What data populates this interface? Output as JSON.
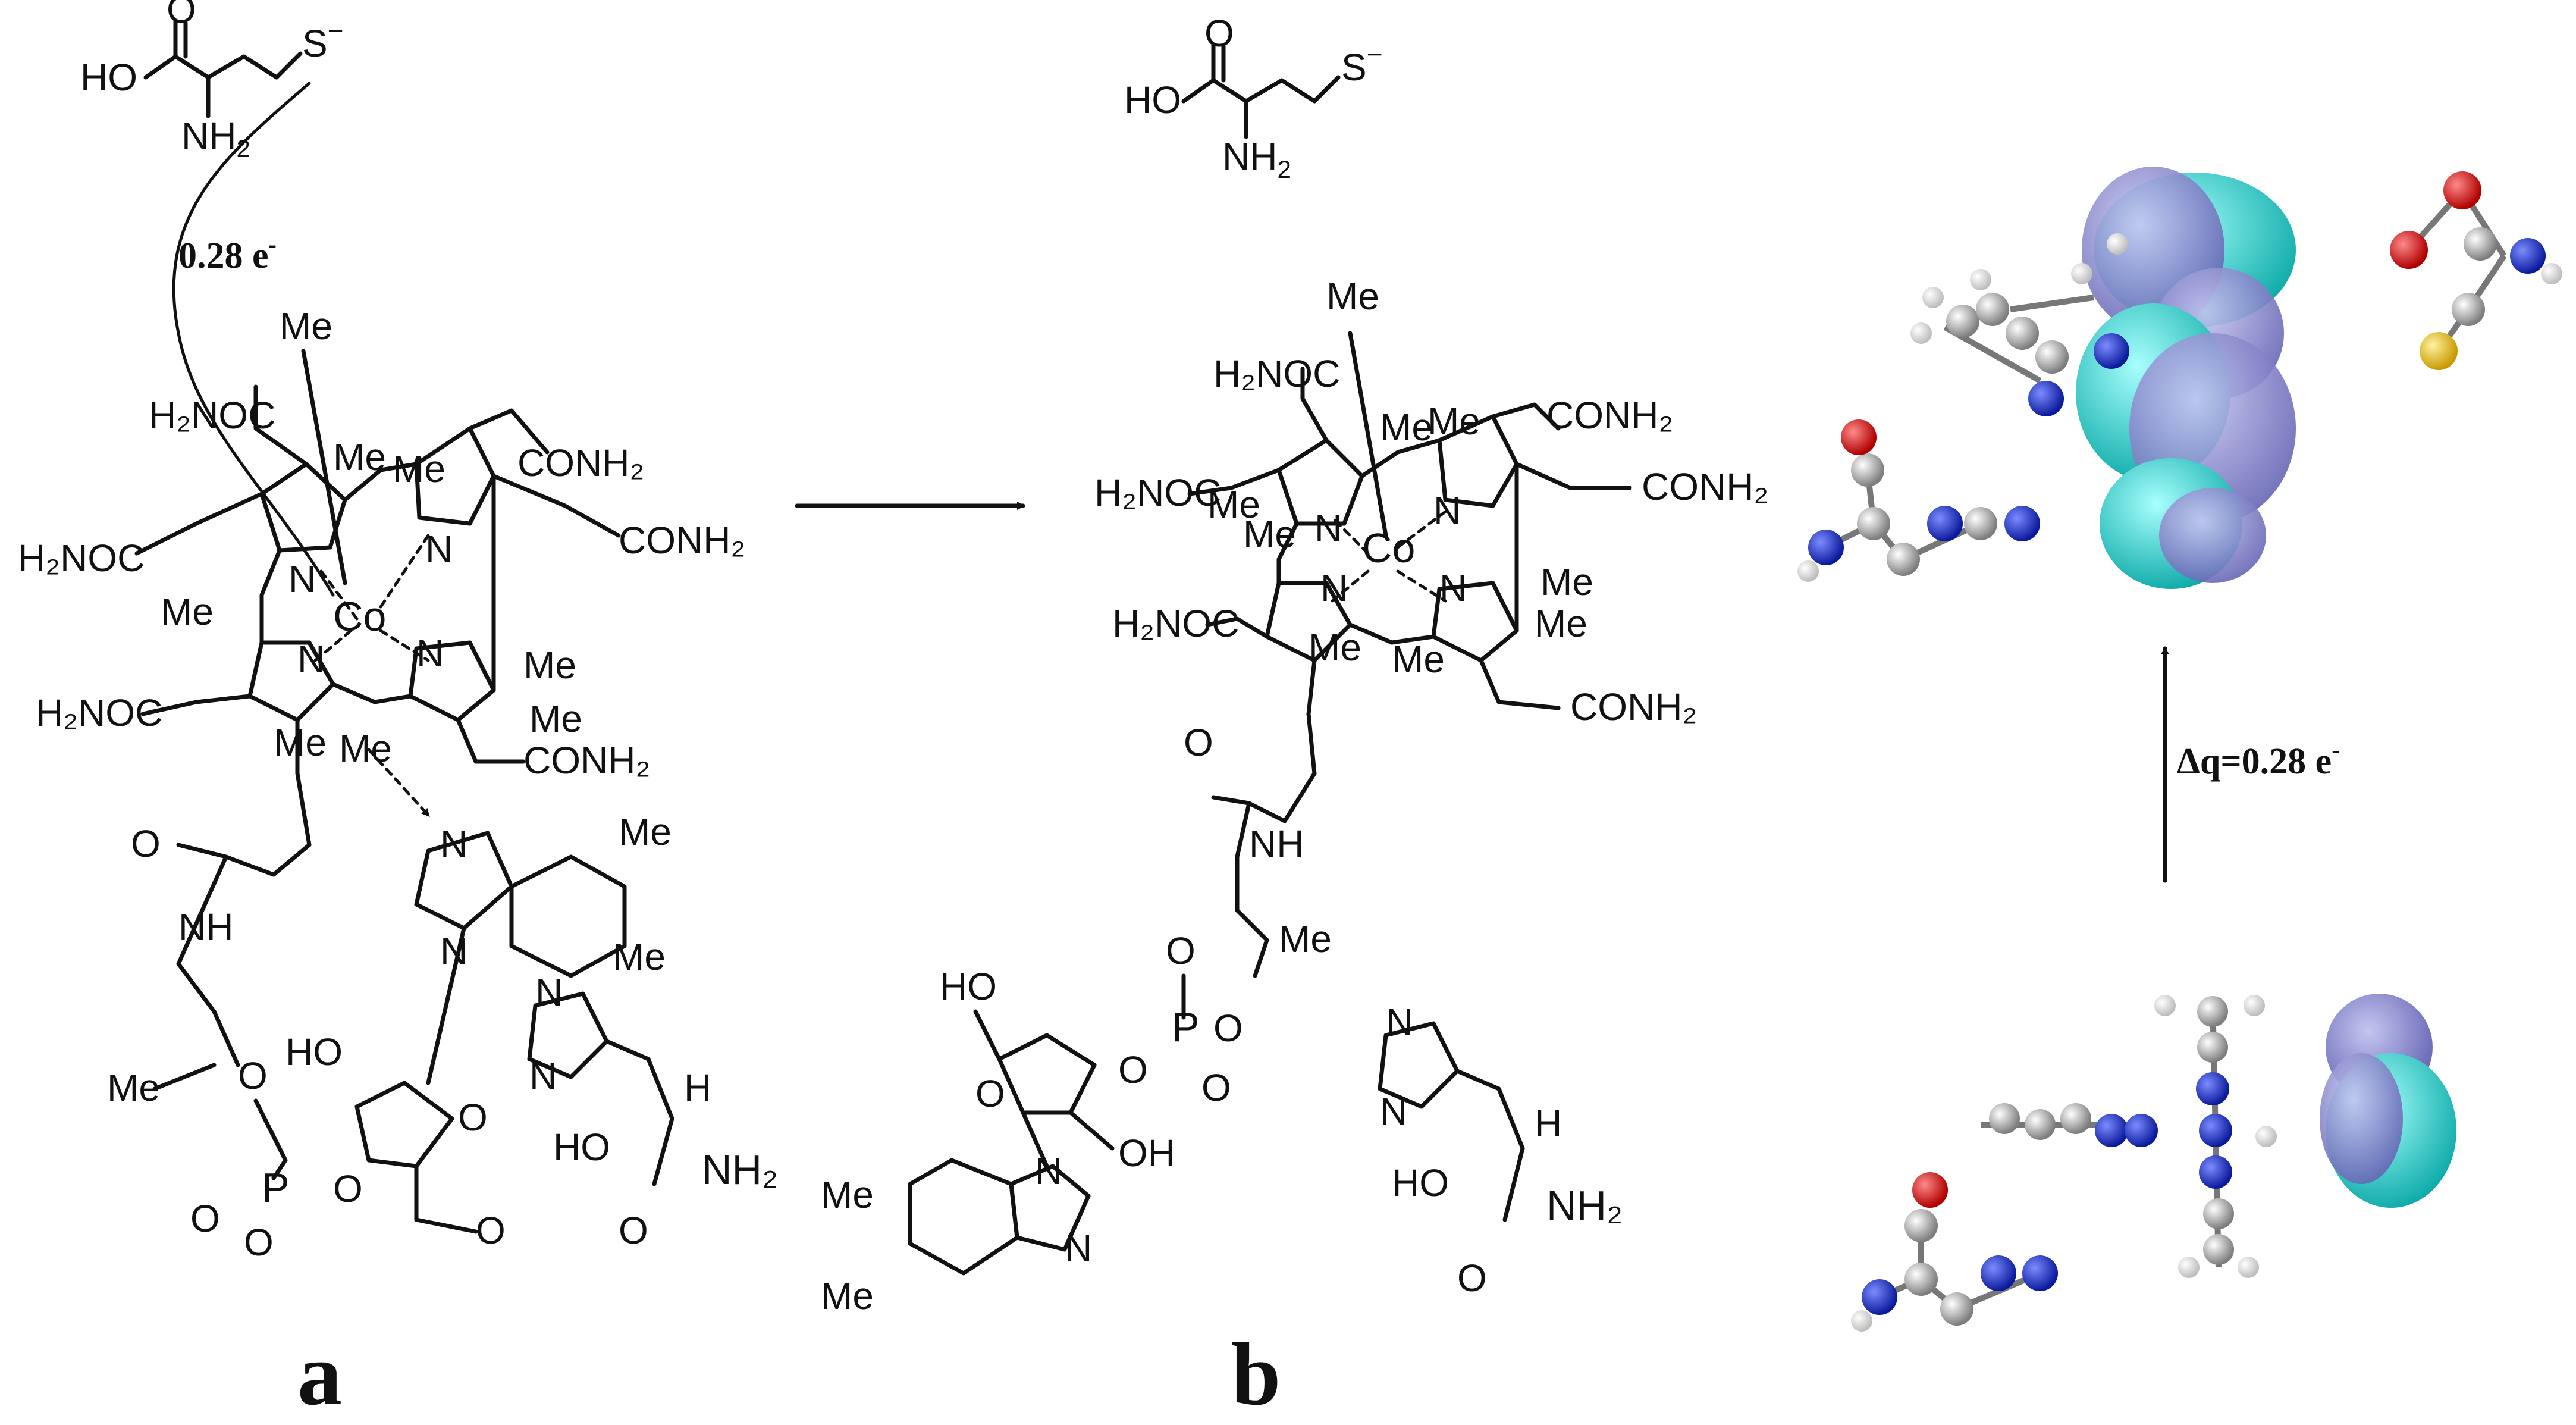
{
  "panels": {
    "a": {
      "letter": "a",
      "transfer_label": "0.28 e",
      "transfer_sup": "-",
      "labels": {
        "ho": "HO",
        "o": "O",
        "nh2": "NH",
        "nh2_sub": "2",
        "s": "S",
        "s_charge": "−",
        "me_axial": "Me",
        "h2noc_1": "H₂NOC",
        "h2noc_2": "H₂NOC",
        "h2noc_3": "H₂NOC",
        "conh2_1": "CONH₂",
        "conh2_2": "CONH₂",
        "conh2_3": "CONH₂",
        "co": "Co",
        "n": "N",
        "me": "Me",
        "nh": "NH",
        "oh": "HO",
        "p": "P",
        "his_nh2": "NH₂",
        "his_h": "H",
        "his_ho": "HO"
      }
    },
    "b": {
      "letter": "b",
      "labels": {
        "ho": "HO",
        "o": "O",
        "nh2": "NH",
        "nh2_sub": "2",
        "s": "S",
        "s_charge": "−",
        "me_axial": "Me",
        "h2noc_1": "H₂NOC",
        "h2noc_2": "H₂NOC",
        "h2noc_3": "H₂NOC",
        "conh2_1": "CONH₂",
        "conh2_2": "CONH₂",
        "conh2_3": "CONH₂",
        "co": "Co",
        "n": "N",
        "me": "Me",
        "nh": "NH",
        "p": "P",
        "his_nh2": "NH₂",
        "his_h": "H",
        "his_ho": "HO",
        "oh": "OH"
      }
    },
    "c": {
      "delta_label": "Δq=0.28 e",
      "delta_sup": "-"
    }
  },
  "colors": {
    "ink": "#111111",
    "orbital_lobe_a": "#8080cc",
    "orbital_lobe_b": "#1fd1cf",
    "atom_carbon": "#9a9a9a",
    "atom_hydrogen": "#eeeeee",
    "atom_nitrogen": "#1a2fd0",
    "atom_oxygen": "#e01010",
    "atom_sulfur": "#e6b81c"
  }
}
